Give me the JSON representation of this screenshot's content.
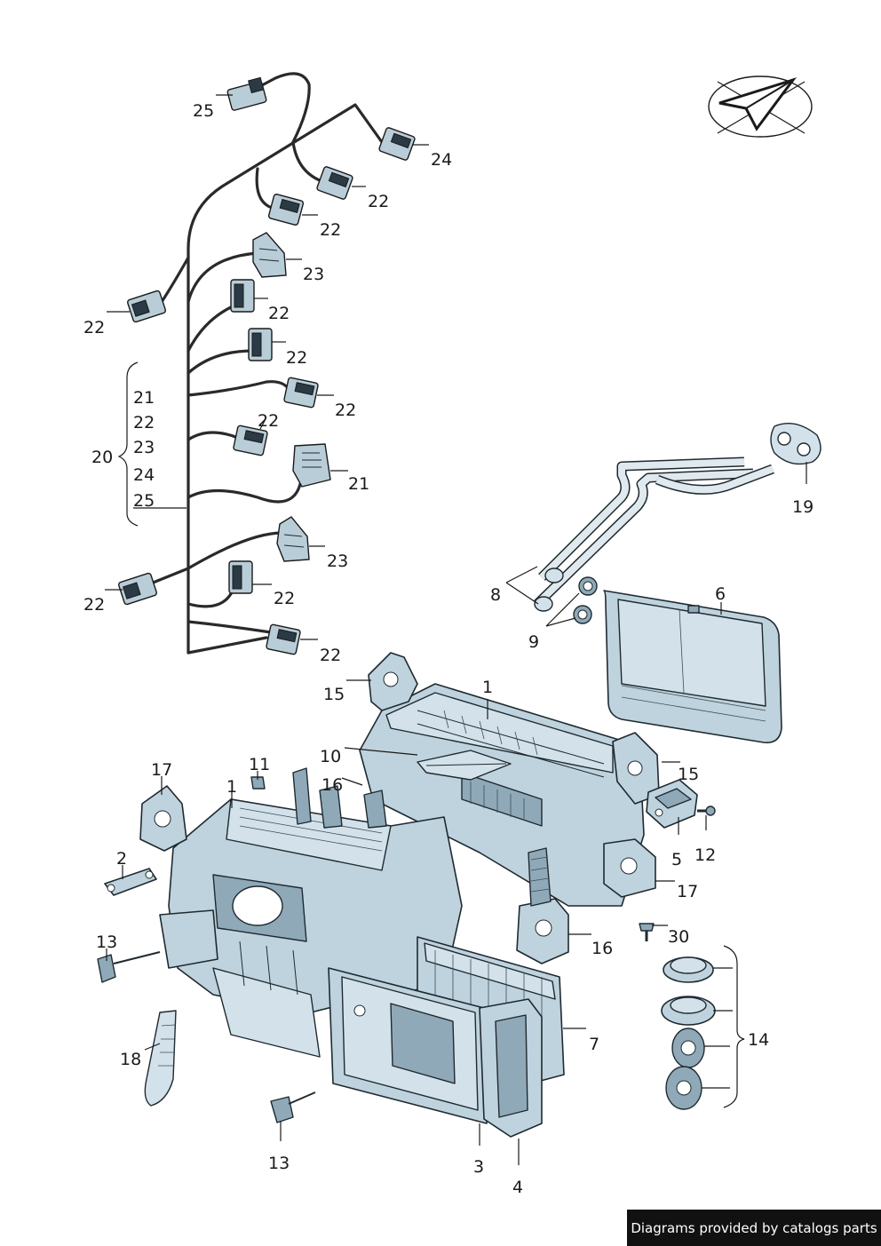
{
  "labels": {
    "l25_top": "25",
    "l24": "24",
    "l22_a": "22",
    "l22_b": "22",
    "l23_a": "23",
    "l22_c": "22",
    "l22_d": "22",
    "l22_e": "22",
    "l22_f": "22",
    "l22_g": "22",
    "l21": "21",
    "l23_b": "23",
    "l22_h": "22",
    "l22_i": "22",
    "l22_j": "22",
    "l20": "20",
    "g21": "21",
    "g22": "22",
    "g23": "23",
    "g24": "24",
    "g25": "25",
    "l19": "19",
    "l8": "8",
    "l9": "9",
    "l6": "6",
    "l15_a": "15",
    "l1_a": "1",
    "l10": "10",
    "l15_b": "15",
    "l17_a": "17",
    "l11": "11",
    "l1_b": "1",
    "l16_a": "16",
    "l5": "5",
    "l12": "12",
    "l2": "2",
    "l17_b": "17",
    "l13_a": "13",
    "l30": "30",
    "l16_b": "16",
    "l14": "14",
    "l7": "7",
    "l18": "18",
    "l13_b": "13",
    "l3": "3",
    "l4": "4"
  },
  "footer_text": "Diagrams provided by catalogs parts",
  "colors": {
    "part_fill": "#bfd3de",
    "outline": "#1f2a30",
    "footer_bg": "#111111"
  },
  "icons": {
    "orientation": "paper-plane-direction-icon"
  }
}
